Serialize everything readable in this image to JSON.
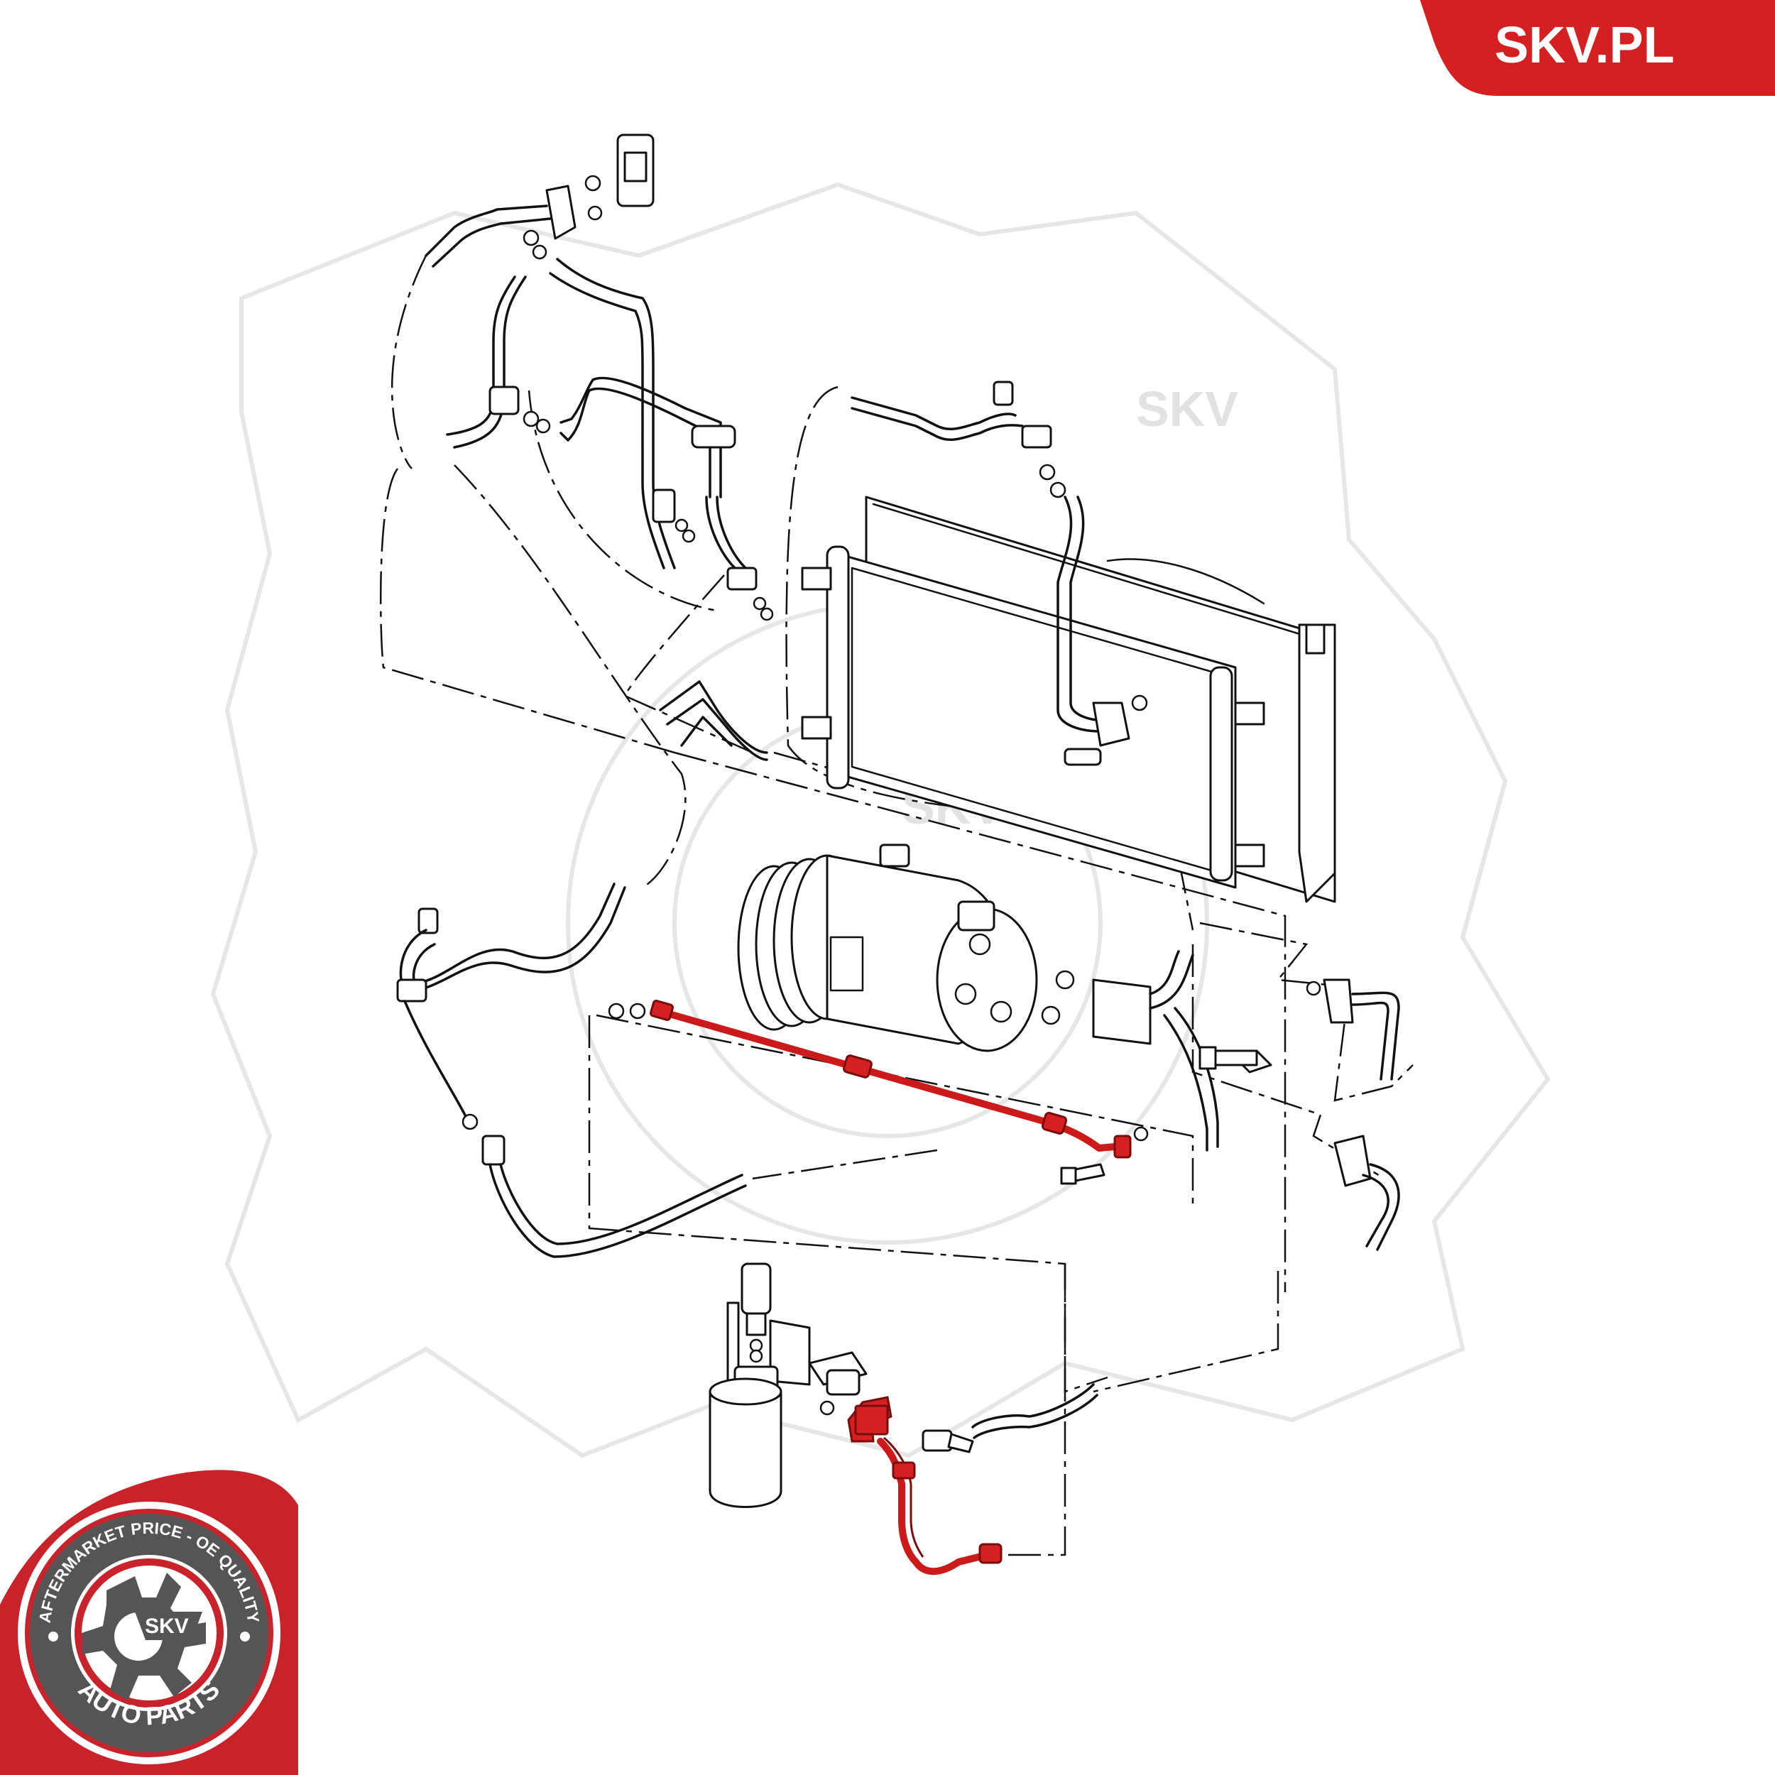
{
  "brand": {
    "site": "SKV.PL",
    "color": "#d42020"
  },
  "seal": {
    "top_text": "AFTERMARKET PRICE - OE QUALITY",
    "bottom_text": "AUTO PARTS",
    "center_text": "SKV",
    "color": "#c8232b",
    "ring_color": "#555555"
  },
  "watermark": {
    "text": "SKV"
  },
  "highlight_color": "#d42020"
}
